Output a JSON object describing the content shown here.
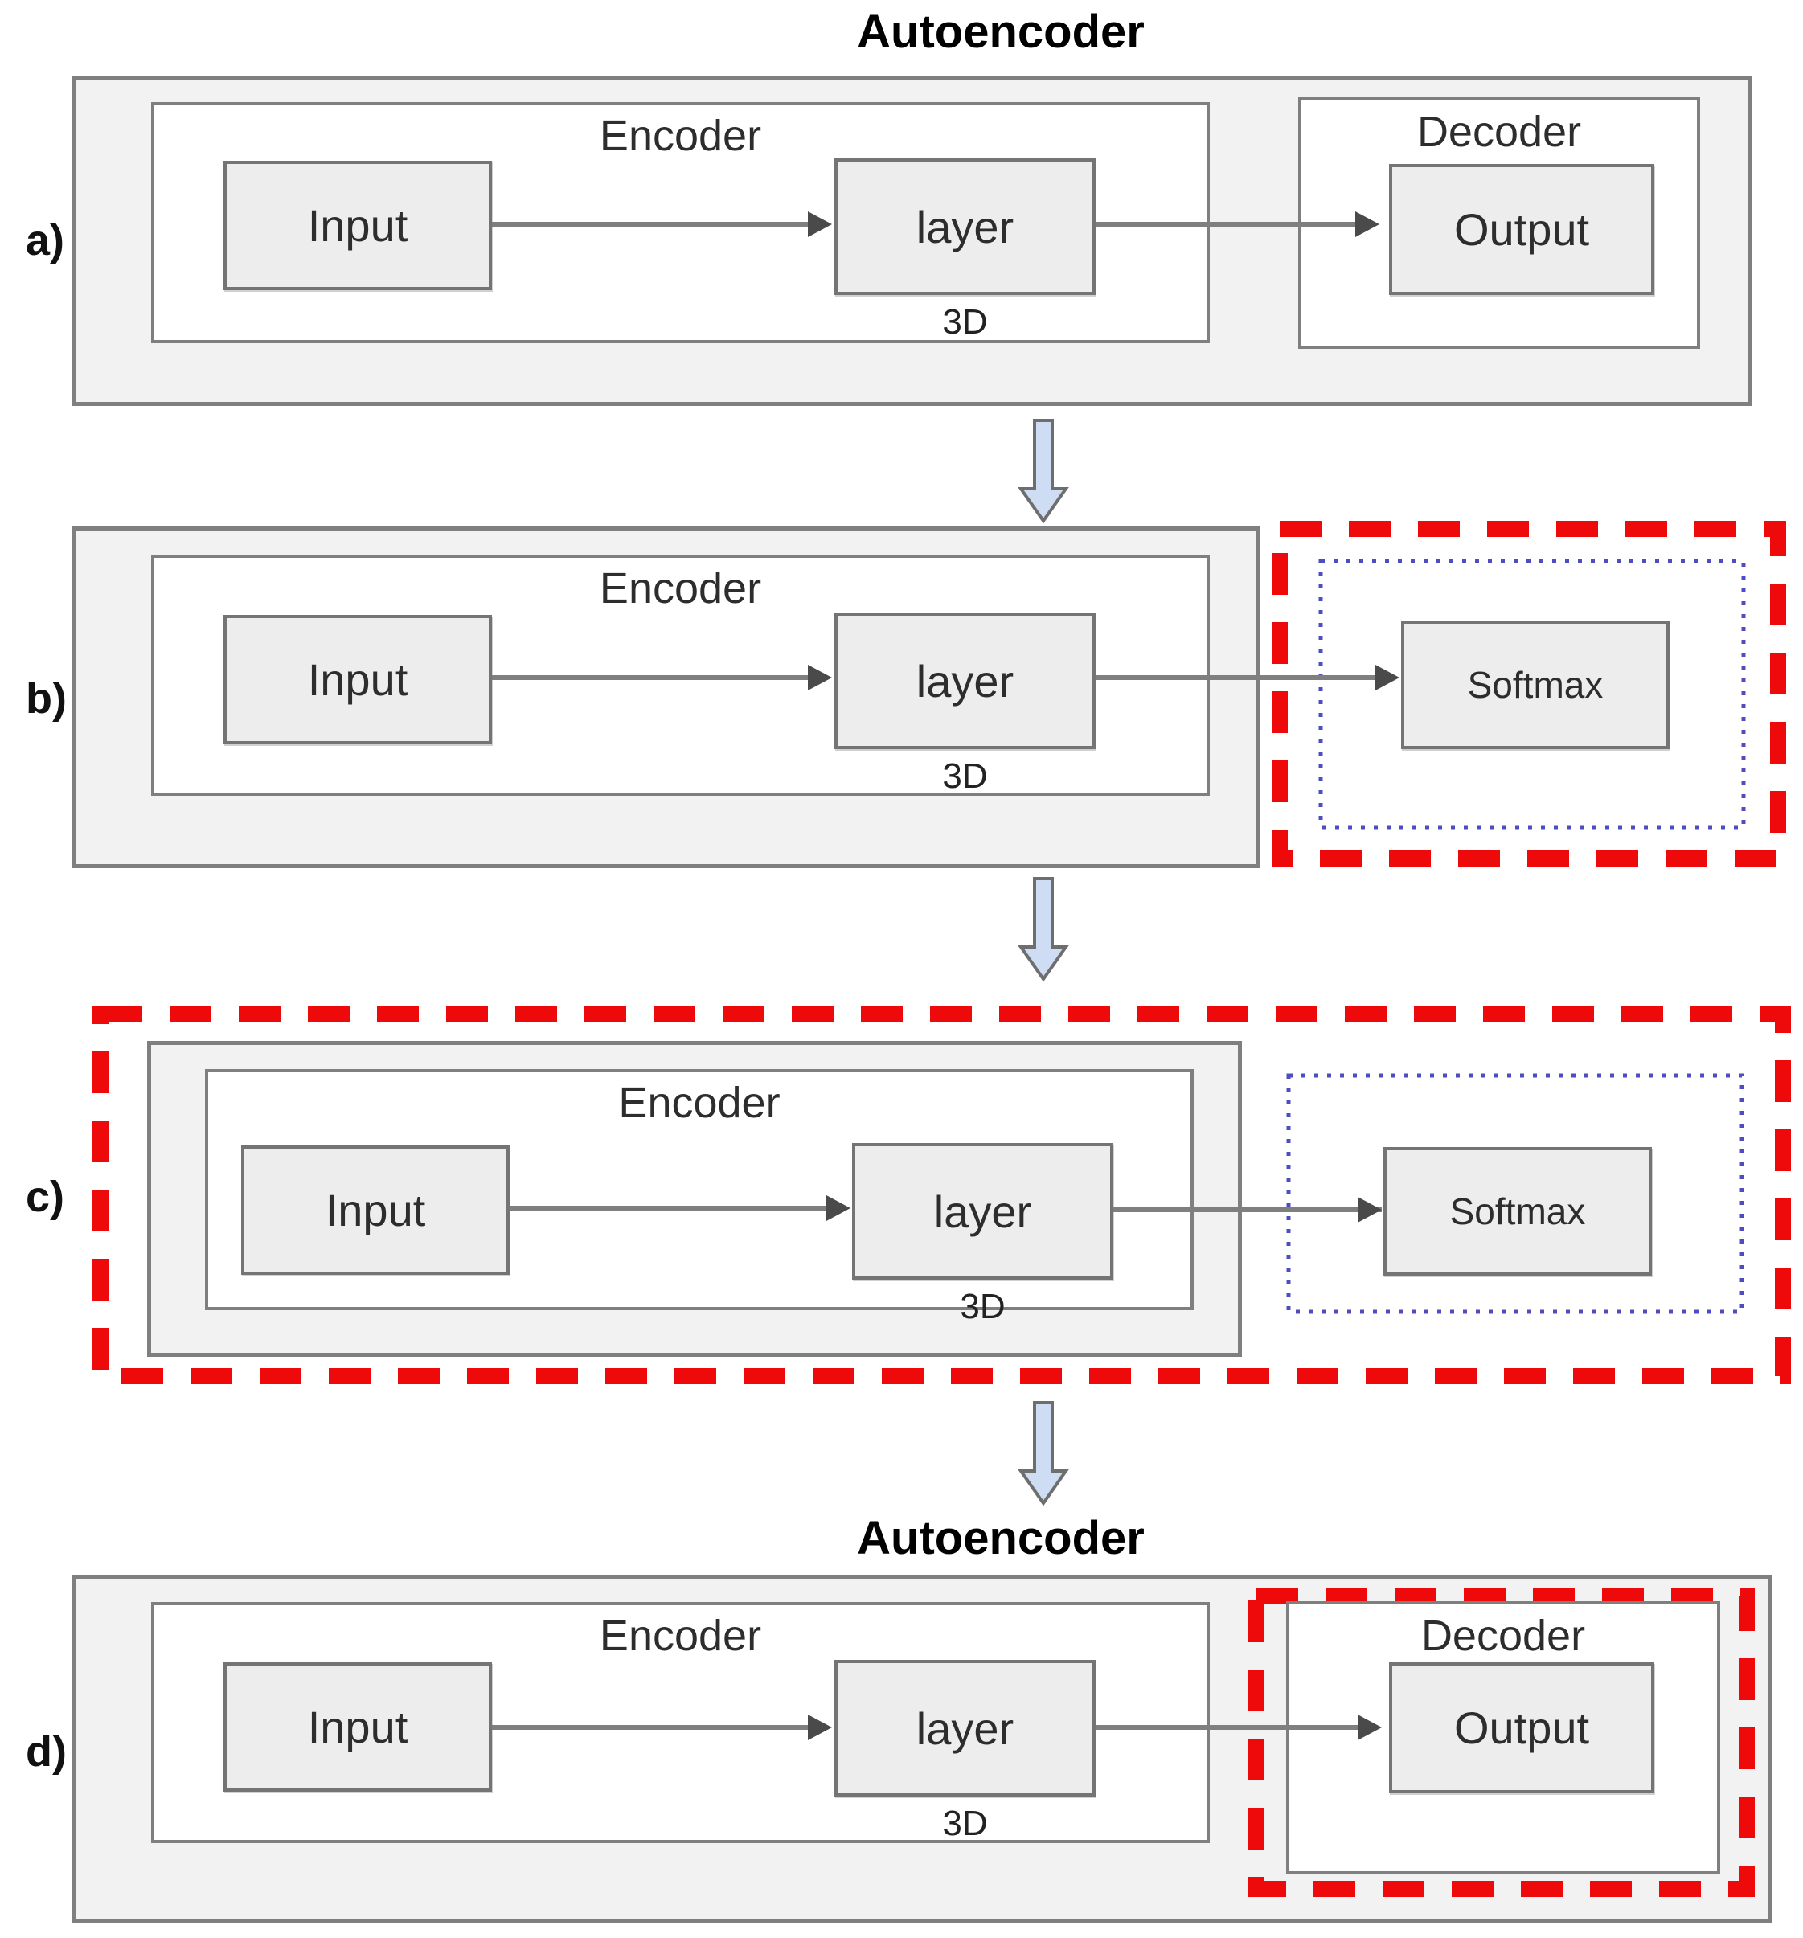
{
  "panels": [
    {
      "id": "a",
      "label": "a)",
      "title": "Autoencoder",
      "encoder_title": "Encoder",
      "input": "Input",
      "layer": "layer",
      "layer_tag": "3D",
      "decoder_title": "Decoder",
      "output": "Output"
    },
    {
      "id": "b",
      "label": "b)",
      "encoder_title": "Encoder",
      "input": "Input",
      "layer": "layer",
      "layer_tag": "3D",
      "softmax": "Softmax"
    },
    {
      "id": "c",
      "label": "c)",
      "encoder_title": "Encoder",
      "input": "Input",
      "layer": "layer",
      "layer_tag": "3D",
      "softmax": "Softmax"
    },
    {
      "id": "d",
      "label": "d)",
      "title": "Autoencoder",
      "encoder_title": "Encoder",
      "input": "Input",
      "layer": "layer",
      "layer_tag": "3D",
      "decoder_title": "Decoder",
      "output": "Output"
    }
  ],
  "colors": {
    "red_highlight": "#ee0a0a",
    "blue_dotted": "#4d4dc0",
    "big_arrow_fill": "#cfddf4",
    "big_arrow_stroke": "#6e6e6e",
    "box_border": "#7f7f7f",
    "panel_fill": "#f2f2f2",
    "node_fill": "#ededed",
    "connector": "#7f7f7f"
  },
  "icons": {
    "down_arrow": "down-arrow-icon",
    "arrowhead": "arrowhead-icon"
  }
}
